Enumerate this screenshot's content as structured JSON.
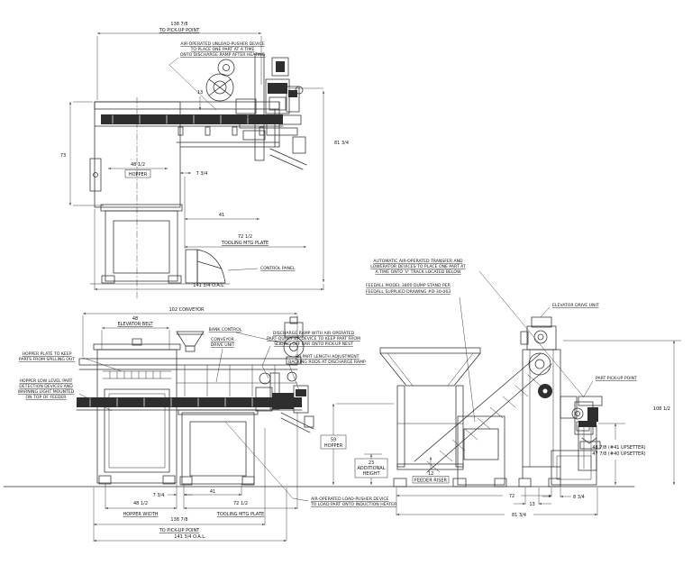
{
  "colors": {
    "background": "#ffffff",
    "line": "#2e2e2e",
    "text": "#161616"
  },
  "side_view": {
    "dim_to_pickup": "138 7/8",
    "dim_to_pickup_sub": "TO PICK-UP POINT",
    "note_unload": [
      "AIR-OPERATED UNLOAD-PUSHER DEVICE",
      "TO PLACE ONE PART AT A TIME",
      "ONTO DISCHARGE RAMP AFTER HEATING"
    ],
    "dim_13": "13",
    "dim_height_left": "73",
    "dim_hopper": "48 1/2",
    "dim_hopper_sub": "HOPPER",
    "dim_gap": "7 3/4",
    "dim_41": "41",
    "dim_height_right": "81 3/4",
    "dim_tooling": "72 1/2",
    "dim_tooling_sub": "TOOLING MTG PLATE",
    "note_control_panel": "CONTROL PANEL",
    "dim_oal": "141 3/4 O.A.L."
  },
  "front_view": {
    "dim_conveyor": "102 CONVEYOR",
    "dim_belt": "48",
    "dim_belt_sub": "ELEVATOR BELT",
    "note_bank_control": "BANK CONTROL",
    "note_conveyor_drive": [
      "CONVEYOR",
      "DRIVE UNIT"
    ],
    "note_hopper_plate": [
      "HOPPER PLATE TO KEEP",
      "PARTS FROM SPILLING OUT"
    ],
    "note_low_level": [
      "HOPPER LOW LEVEL PART",
      "DETECTION DEVICES AND",
      "WARNING LIGHT MOUNTED",
      "ON TOP OF FEEDER"
    ],
    "note_discharge": [
      "DISCHARGE RAMP WITH AIR-OPERATED",
      "PART-QUALIFIER DEVICE TO KEEP PART FROM",
      "SLIDING OFF BAR ONTO PICK-UP NEST"
    ],
    "note_length_adj": [
      "(2) PART LENGTH ADJUSTMENT",
      "BACKING RODS AT DISCHARGE RAMP"
    ],
    "note_load_pusher": [
      "AIR-OPERATED LOAD-PUSHER DEVICE",
      "TO LOAD PART ONTO INDUCTION HEATER"
    ],
    "dim_gap": "7 3/4",
    "dim_41": "41",
    "dim_hopper_width": "48 1/2",
    "dim_hopper_width_sub": "HOPPER WIDTH",
    "dim_tooling": "72 1/2",
    "dim_tooling_sub": "TOOLING MTG PLATE",
    "dim_pickup": "138 7/8",
    "dim_pickup_sub": "TO PICK-UP POINT",
    "dim_oal": "141 3/4 O.A.L."
  },
  "end_view": {
    "note_transfer": [
      "AUTOMATIC AIR-OPERATED TRANSFER AND",
      "LOWERATOR DEVICES TO PLACE ONE PART AT",
      "A TIME ONTO 'V' TRACK LOCATED BELOW"
    ],
    "note_feedall": [
      "FEEDALL MODEL 3800 DUMP STAND PER",
      "FEEDALL SUPPLIED DRAWING #D-30-063"
    ],
    "note_elevator_drive": "ELEVATOR DRIVE UNIT",
    "note_pickup_point": "PART PICK-UP POINT",
    "dim_overall_height": "108 1/2",
    "dim_hopper": "59",
    "dim_hopper_sub": "HOPPER",
    "dim_additional": "23",
    "dim_additional_sub": [
      "ADDITIONAL",
      "HEIGHT"
    ],
    "dim_riser": "12",
    "dim_riser_sub": "FEEDER RISER",
    "dim_upsetter_41": "48 7/8 (#41 UPSETTER)",
    "dim_upsetter_40": "47 7/8 (#40 UPSETTER)",
    "dim_72": "72",
    "dim_13": "13",
    "dim_8_34": "8 3/4",
    "dim_81_34": "81 3/4"
  }
}
